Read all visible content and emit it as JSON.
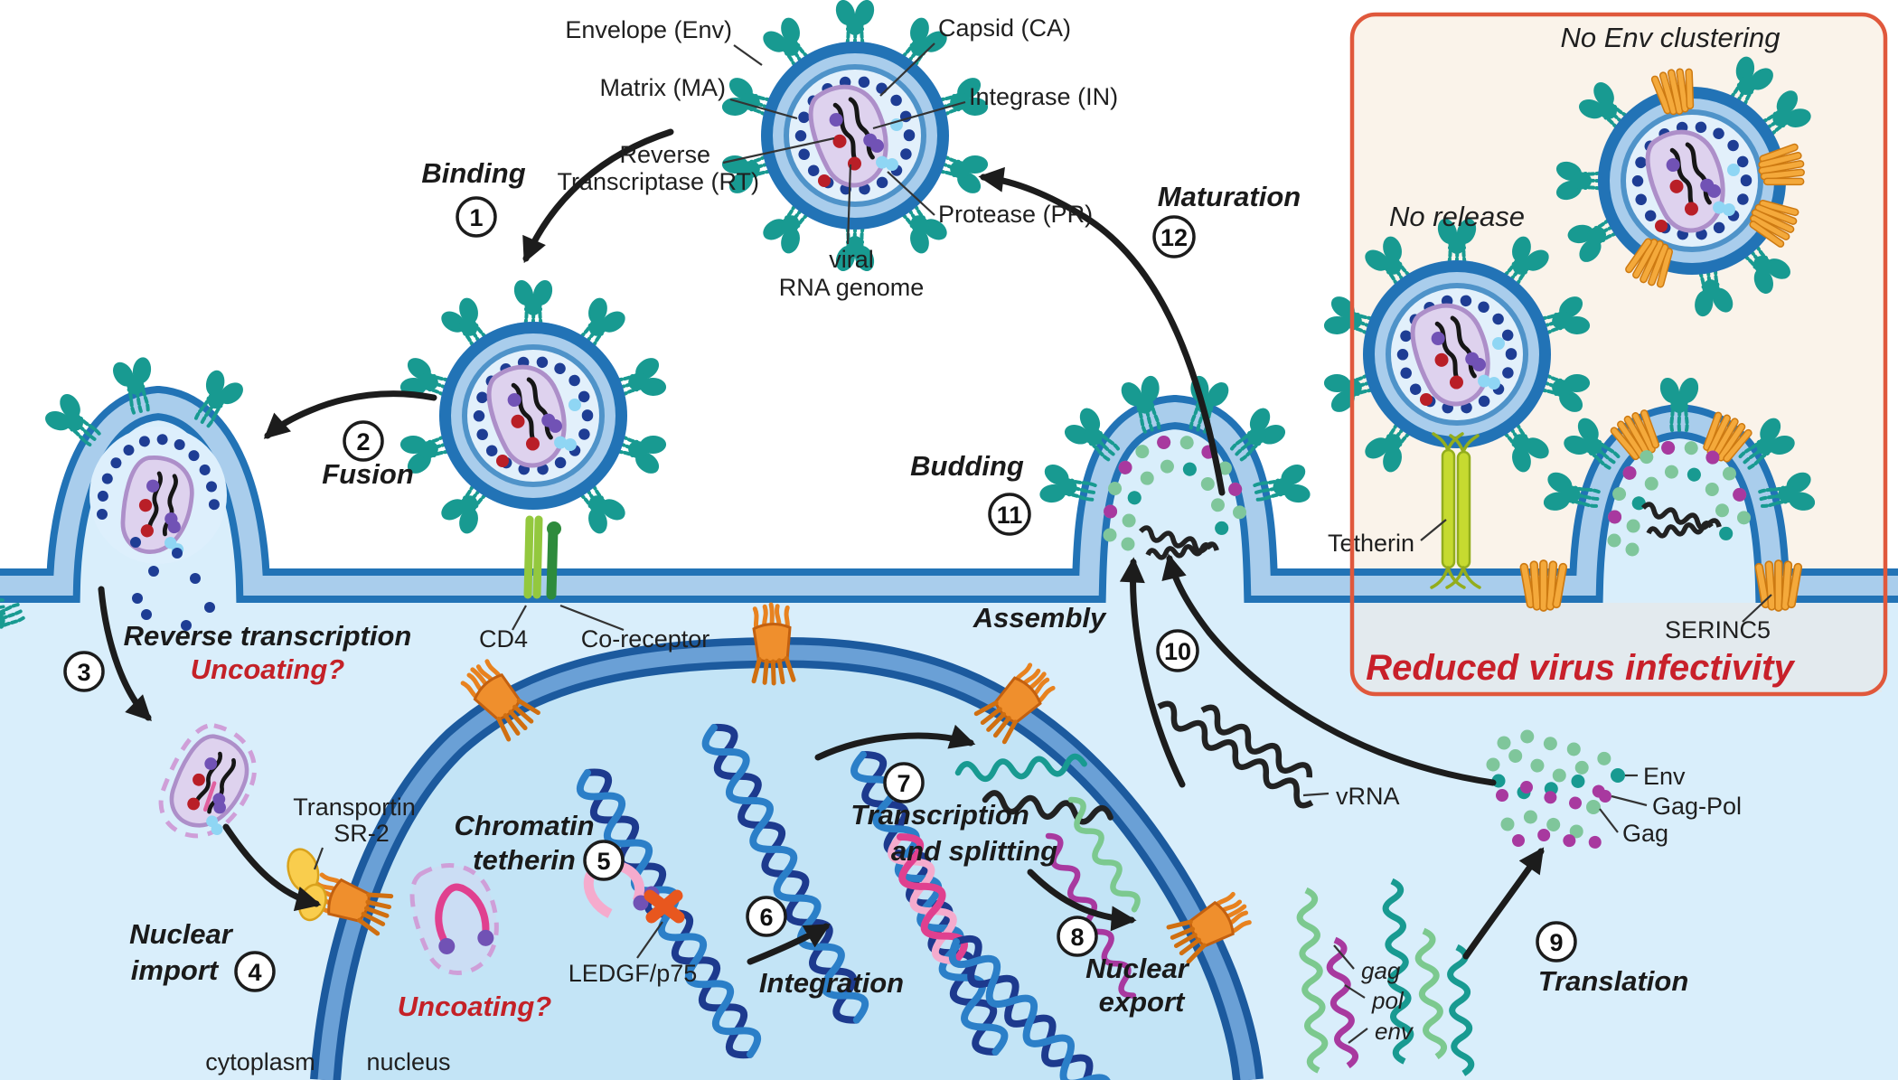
{
  "virion_labels": {
    "envelope": "Envelope (Env)",
    "matrix": "Matrix (MA)",
    "rt_line1": "Reverse",
    "rt_line2": "Transcriptase (RT)",
    "capsid": "Capsid (CA)",
    "integrase": "Integrase (IN)",
    "protease": "Protease (PR)",
    "viral_rna_line1": "viral",
    "viral_rna_line2": "RNA genome"
  },
  "steps": [
    {
      "num": "1",
      "label": "Binding"
    },
    {
      "num": "2",
      "label": "Fusion"
    },
    {
      "num": "3",
      "label": "Reverse transcription",
      "note": "Uncoating?"
    },
    {
      "num": "4",
      "line1": "Nuclear",
      "line2": "import"
    },
    {
      "num": "5",
      "line1": "Chromatin",
      "line2": "tetherin"
    },
    {
      "num": "6",
      "label": "Integration"
    },
    {
      "num": "7",
      "line1": "Transcription",
      "line2": "and splitting"
    },
    {
      "num": "8",
      "line1": "Nuclear",
      "line2": "export"
    },
    {
      "num": "9",
      "label": "Translation"
    },
    {
      "num": "10",
      "label": "Assembly"
    },
    {
      "num": "11",
      "label": "Budding"
    },
    {
      "num": "12",
      "label": "Maturation"
    }
  ],
  "cell": {
    "cd4": "CD4",
    "coreceptor": "Co-receptor",
    "transportin_line1": "Transportin",
    "transportin_line2": "SR-2",
    "cytoplasm": "cytoplasm",
    "nucleus": "nucleus",
    "ledgf": "LEDGF/p75",
    "uncoating_note": "Uncoating?",
    "vrna": "vRNA",
    "gag_gene": "gag",
    "pol_gene": "pol",
    "env_gene": "env",
    "env_protein": "Env",
    "gagpol_protein": "Gag-Pol",
    "gag_protein": "Gag"
  },
  "panel": {
    "no_env_clustering": "No Env clustering",
    "no_release": "No release",
    "tetherin": "Tetherin",
    "serinc5": "SERINC5",
    "caption": "Reduced virus infectivity"
  },
  "colors": {
    "accent_red_text": "#c42127",
    "panel_border": "#e0583c",
    "panel_background": "#faf3ea",
    "membrane_blue": "#2273b6",
    "membrane_light": "#a9cdec",
    "cytoplasm": "#d9eefb",
    "nucleus_fill": "#c3e4f6",
    "nuclear_envelope": "#1c5a9e",
    "env_spike_teal": "#189a91",
    "matrix_dot_navy": "#1e3d94",
    "capsid_lavender": "#ded2ee",
    "pore_orange": "#ef8f2d",
    "transportin_yellow": "#f9cd4d",
    "cd4_green": "#93c83e",
    "coreceptor_green": "#2e8b3c",
    "tetherin_green": "#c6da30",
    "serinc_orange": "#f4a93b",
    "gag_green": "#7fc69b",
    "gagpol_magenta": "#a8399f",
    "provirus_pink": "#e0408f",
    "helix_navy": "#1d3a8e",
    "helix_blue": "#2b7fc8"
  }
}
